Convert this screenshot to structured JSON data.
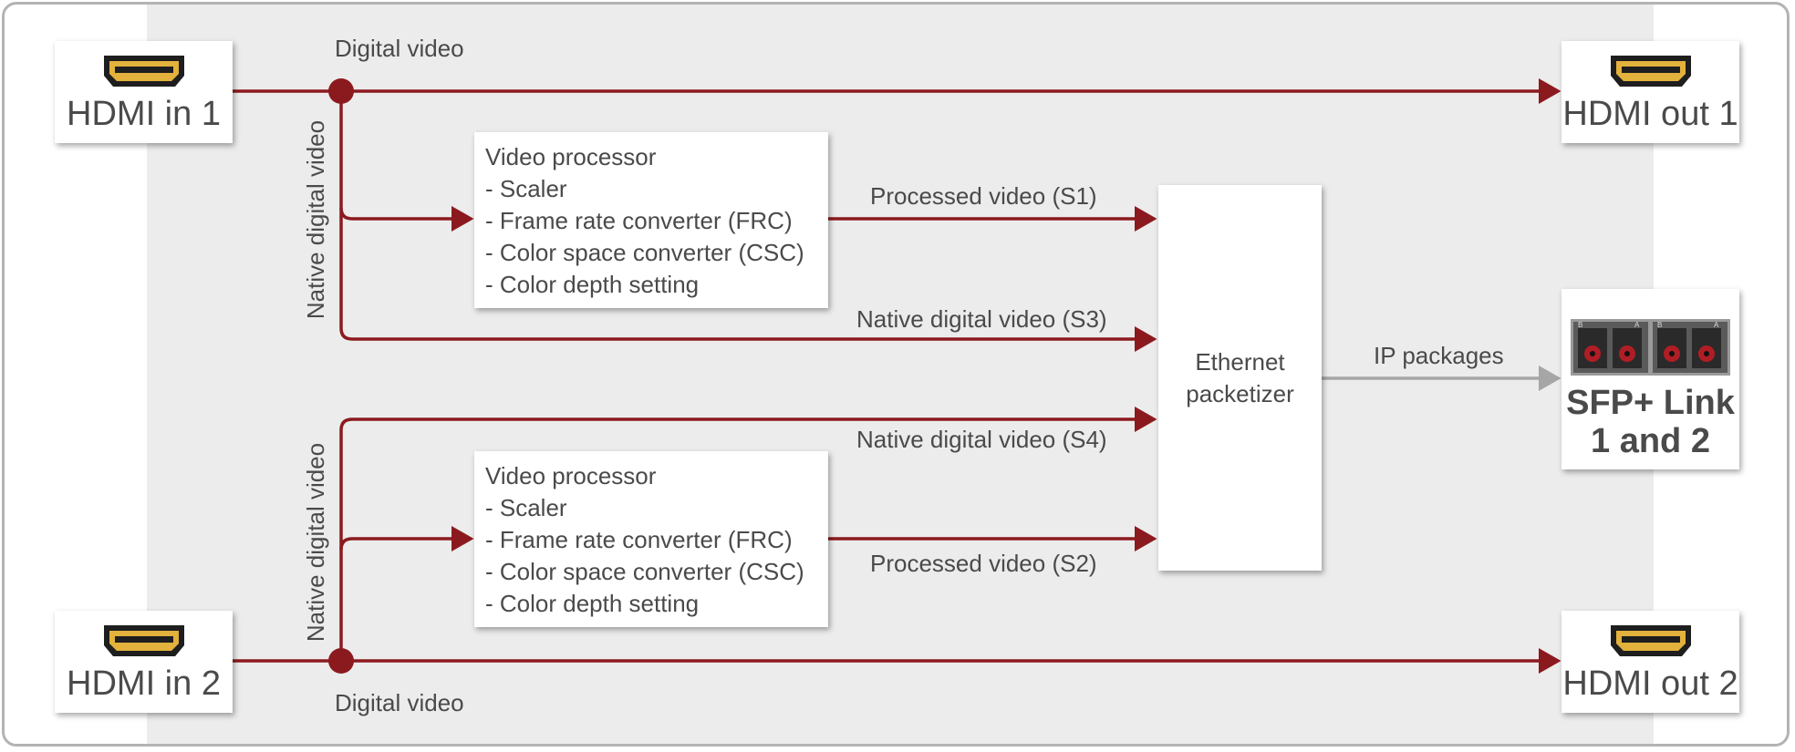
{
  "ports": {
    "hdmi_in_1": {
      "label": "HDMI in 1",
      "icon": "hdmi-connector-icon"
    },
    "hdmi_in_2": {
      "label": "HDMI in 2",
      "icon": "hdmi-connector-icon"
    },
    "hdmi_out_1": {
      "label": "HDMI out 1",
      "icon": "hdmi-connector-icon"
    },
    "hdmi_out_2": {
      "label": "HDMI out 2",
      "icon": "hdmi-connector-icon"
    },
    "sfp": {
      "line1": "SFP+ Link",
      "line2": "1 and 2",
      "icon": "sfp-fiber-connector-icon",
      "port_letters": [
        "B",
        "A",
        "B",
        "A"
      ]
    }
  },
  "processor_top": {
    "title": "Video processor",
    "items": [
      "- Scaler",
      "- Frame rate converter (FRC)",
      "- Color space converter (CSC)",
      "- Color depth setting"
    ]
  },
  "processor_bottom": {
    "title": "Video processor",
    "items": [
      "- Scaler",
      "- Frame rate converter (FRC)",
      "- Color space converter (CSC)",
      "- Color depth setting"
    ]
  },
  "packetizer": {
    "line1": "Ethernet",
    "line2": "packetizer"
  },
  "labels": {
    "digital_video_top": "Digital video",
    "digital_video_bottom": "Digital video",
    "native_vertical_top": "Native digital video",
    "native_vertical_bottom": "Native digital video",
    "processed_s1": "Processed video (S1)",
    "native_s3": "Native digital video (S3)",
    "native_s4": "Native digital video (S4)",
    "processed_s2": "Processed video (S2)",
    "ip_packages": "IP packages"
  },
  "colors": {
    "signal": "#8b1a1f",
    "ip_link": "#a6a6a6",
    "panel": "#ececec",
    "frame": "#b3b3b3",
    "hdmi_gold": "#e3b23c"
  }
}
